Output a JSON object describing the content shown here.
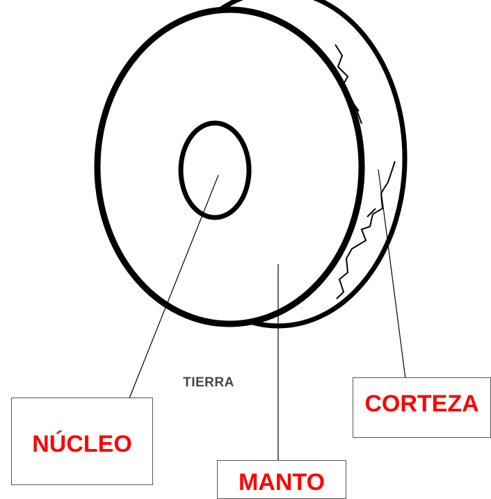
{
  "title": "TIERRA",
  "labels": {
    "nucleo": "NÚCLEO",
    "manto": "MANTO",
    "corteza": "CORTEZA"
  },
  "colors": {
    "label_text": "#ff0000",
    "outline": "#000000",
    "box_border": "#555555",
    "title_text": "#444444"
  }
}
